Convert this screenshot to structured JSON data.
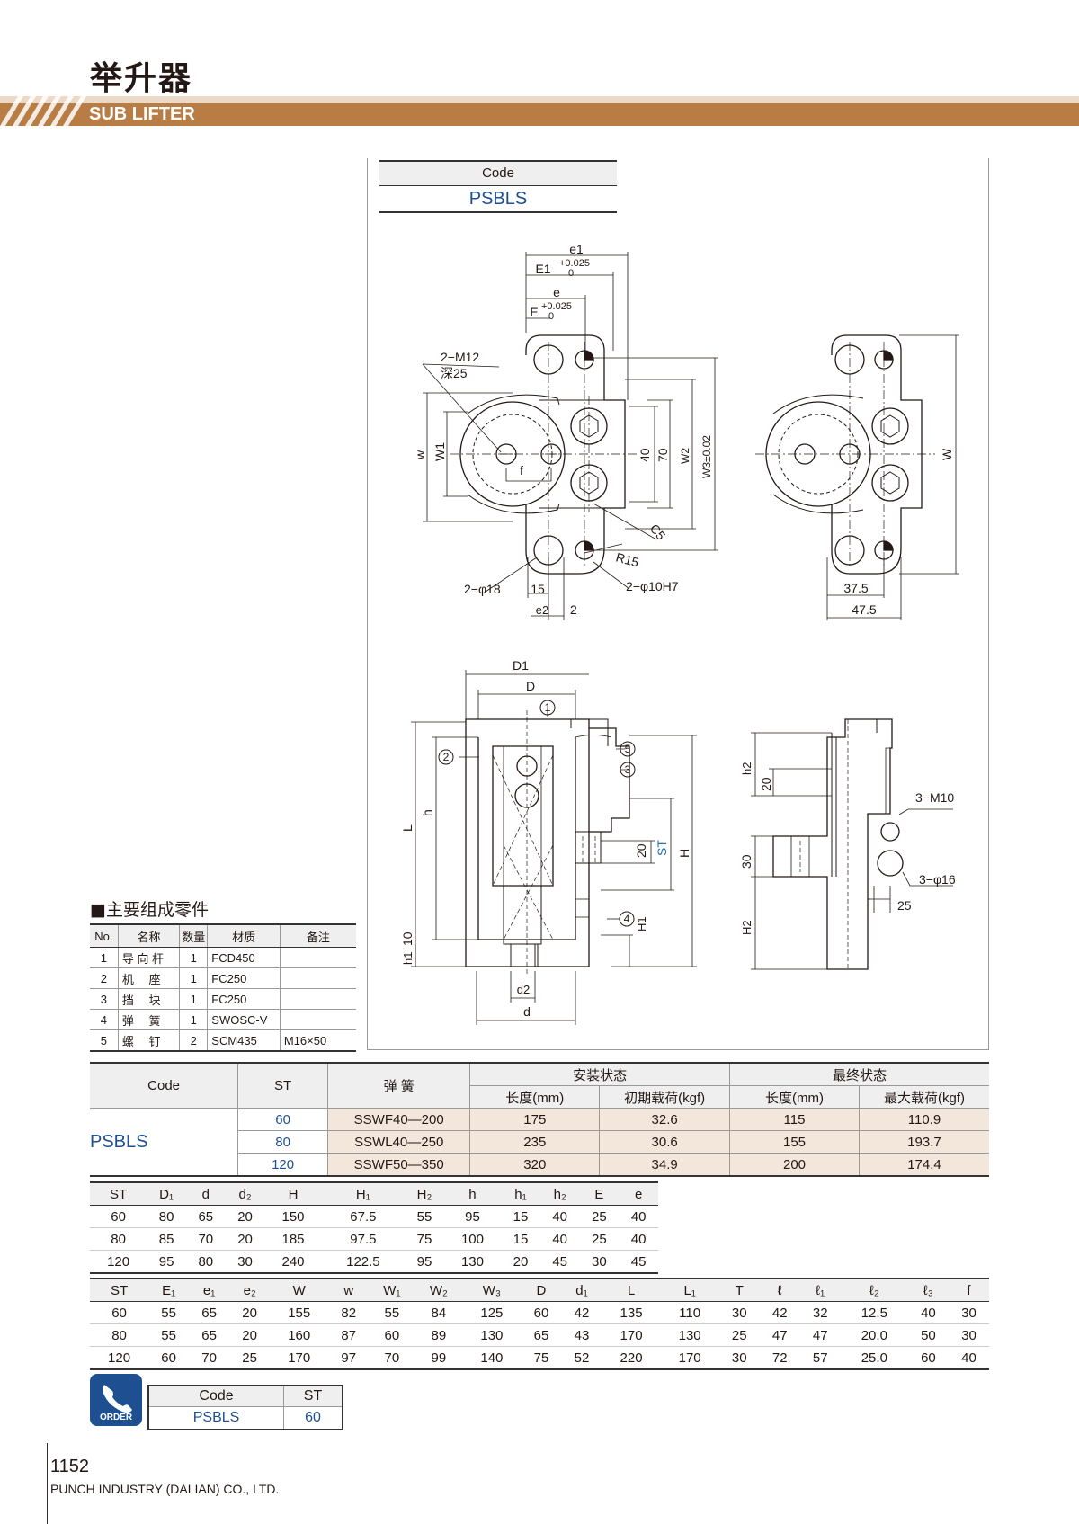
{
  "header": {
    "title_cn": "举升器",
    "title_en": "SUB LIFTER"
  },
  "code_box": {
    "code_label": "Code",
    "code_value": "PSBLS"
  },
  "drawing": {
    "top_view": {
      "e1": "e1",
      "E1": "E1",
      "E1_tol_upper": "+0.025",
      "E1_tol_lower": "0",
      "e": "e",
      "E": "E",
      "E_tol_upper": "+0.025",
      "E_tol_lower": "0",
      "screw": "2−M12",
      "depth": "深25",
      "w": "w",
      "W1": "W1",
      "d40": "40",
      "d70": "70",
      "W2": "W2",
      "W3": "W3±0.02",
      "f": "f",
      "C5": "C5",
      "R15": "R15",
      "hole18": "2−φ18",
      "pin10": "2−φ10H7",
      "d15": "15",
      "e2": "e2",
      "d2": "2"
    },
    "side_view_top": {
      "W": "W",
      "d37_5": "37.5",
      "d47_5": "47.5"
    },
    "front_view": {
      "D1": "D1",
      "D": "D",
      "L": "L",
      "h": "h",
      "h1": "h1",
      "d10": "10",
      "d20": "20",
      "ST": "ST",
      "H": "H",
      "H1": "H1",
      "d2": "d2",
      "d": "d",
      "callouts": [
        "1",
        "2",
        "3",
        "4",
        "5"
      ]
    },
    "side_view": {
      "h2": "h2",
      "d20": "20",
      "d30": "30",
      "H2": "H2",
      "M10": "3−M10",
      "hole16": "3−φ16",
      "d25": "25"
    }
  },
  "parts": {
    "title": "■主要组成零件",
    "headers": [
      "No.",
      "名称",
      "数量",
      "材质",
      "备注"
    ],
    "rows": [
      [
        "1",
        "导 向 杆",
        "1",
        "FCD450",
        ""
      ],
      [
        "2",
        "机　 座",
        "1",
        "FC250",
        ""
      ],
      [
        "3",
        "挡　 块",
        "1",
        "FC250",
        ""
      ],
      [
        "4",
        "弹　 簧",
        "1",
        "SWOSC-V",
        ""
      ],
      [
        "5",
        "螺　 钉",
        "2",
        "SCM435",
        "M16×50"
      ]
    ]
  },
  "spec_table": {
    "h_code": "Code",
    "h_st": "ST",
    "h_spring": "弹 簧",
    "h_install": "安装状态",
    "h_final": "最终状态",
    "h_len": "长度(mm)",
    "h_initial_load": "初期载荷(kgf)",
    "h_len2": "长度(mm)",
    "h_max_load": "最大载荷(kgf)",
    "code": "PSBLS",
    "rows": [
      [
        "60",
        "SSWF40—200",
        "175",
        "32.6",
        "115",
        "110.9"
      ],
      [
        "80",
        "SSWL40—250",
        "235",
        "30.6",
        "155",
        "193.7"
      ],
      [
        "120",
        "SSWF50—350",
        "320",
        "34.9",
        "200",
        "174.4"
      ]
    ]
  },
  "dims1": {
    "headers": [
      "ST",
      "D₁",
      "d",
      "d₂",
      "H",
      "H₁",
      "H₂",
      "h",
      "h₁",
      "h₂",
      "E",
      "e"
    ],
    "rows": [
      [
        "60",
        "80",
        "65",
        "20",
        "150",
        "67.5",
        "55",
        "95",
        "15",
        "40",
        "25",
        "40"
      ],
      [
        "80",
        "85",
        "70",
        "20",
        "185",
        "97.5",
        "75",
        "100",
        "15",
        "40",
        "25",
        "40"
      ],
      [
        "120",
        "95",
        "80",
        "30",
        "240",
        "122.5",
        "95",
        "130",
        "20",
        "45",
        "30",
        "45"
      ]
    ]
  },
  "dims2": {
    "headers": [
      "ST",
      "E₁",
      "e₁",
      "e₂",
      "W",
      "w",
      "W₁",
      "W₂",
      "W₃",
      "D",
      "d₁",
      "L",
      "L₁",
      "T",
      "ℓ",
      "ℓ₁",
      "ℓ₂",
      "ℓ₃",
      "f"
    ],
    "rows": [
      [
        "60",
        "55",
        "65",
        "20",
        "155",
        "82",
        "55",
        "84",
        "125",
        "60",
        "42",
        "135",
        "110",
        "30",
        "42",
        "32",
        "12.5",
        "40",
        "30"
      ],
      [
        "80",
        "55",
        "65",
        "20",
        "160",
        "87",
        "60",
        "89",
        "130",
        "65",
        "43",
        "170",
        "130",
        "25",
        "47",
        "47",
        "20.0",
        "50",
        "30"
      ],
      [
        "120",
        "60",
        "70",
        "25",
        "170",
        "97",
        "70",
        "99",
        "140",
        "75",
        "52",
        "220",
        "170",
        "30",
        "72",
        "57",
        "25.0",
        "60",
        "40"
      ]
    ]
  },
  "order": {
    "icon_label": "ORDER",
    "h_code": "Code",
    "h_st": "ST",
    "code": "PSBLS",
    "st": "60"
  },
  "footer": {
    "page": "1152",
    "company": "PUNCH INDUSTRY (DALIAN) CO., LTD."
  },
  "colors": {
    "band": "#b87c45",
    "band_light": "#ecd9c6",
    "code_blue": "#1d4f91",
    "beige": "#f3e7dc"
  }
}
